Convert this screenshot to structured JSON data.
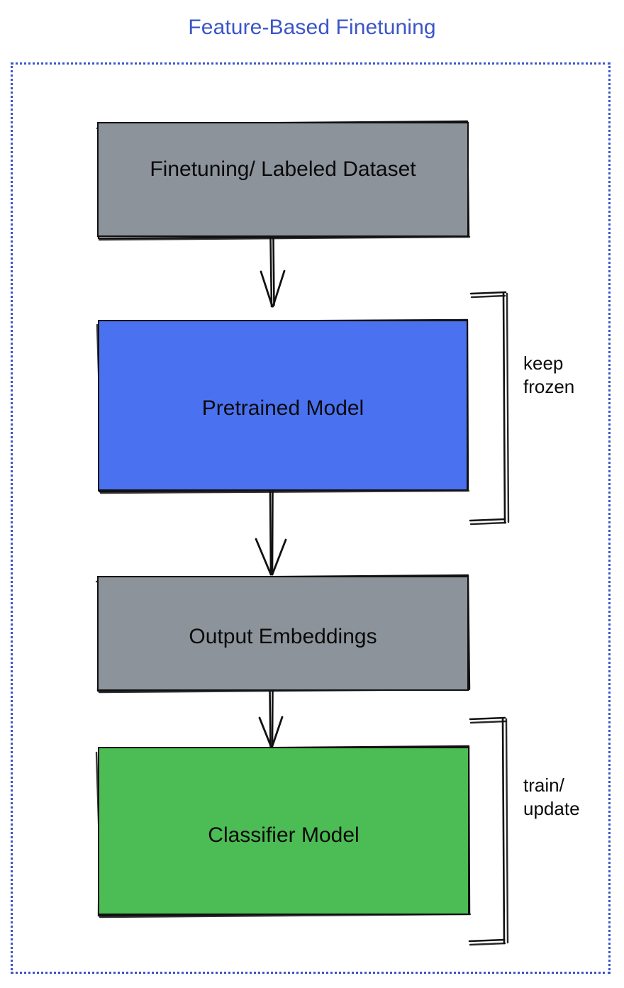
{
  "diagram": {
    "title": "Feature-Based Finetuning",
    "title_color": "#3b55c8",
    "frame": {
      "style": "dotted",
      "color": "#3b55c8"
    },
    "nodes": [
      {
        "id": "dataset",
        "label": "Finetuning/ Labeled Dataset",
        "fill": "#8c939b",
        "stroke": "#111111",
        "text_color": "#0a0a0a"
      },
      {
        "id": "pretrained",
        "label": "Pretrained Model",
        "fill": "#4a72f0",
        "stroke": "#111111",
        "text_color": "#0a0a0a"
      },
      {
        "id": "embeddings",
        "label": "Output Embeddings",
        "fill": "#8c939b",
        "stroke": "#111111",
        "text_color": "#0a0a0a"
      },
      {
        "id": "classifier",
        "label": "Classifier Model",
        "fill": "#4cbc54",
        "stroke": "#111111",
        "text_color": "#0a0a0a"
      }
    ],
    "edges": [
      {
        "id": "edge-dataset-pretrained",
        "from": "dataset",
        "to": "pretrained"
      },
      {
        "id": "edge-pretrained-embeddings",
        "from": "pretrained",
        "to": "embeddings"
      },
      {
        "id": "edge-embeddings-classifier",
        "from": "embeddings",
        "to": "classifier"
      }
    ],
    "annotations": [
      {
        "id": "keep-frozen",
        "label": "keep\nfrozen",
        "targets": [
          "pretrained"
        ],
        "bracket": "right"
      },
      {
        "id": "train-update",
        "label": "train/\nupdate",
        "targets": [
          "classifier"
        ],
        "bracket": "right"
      }
    ]
  }
}
